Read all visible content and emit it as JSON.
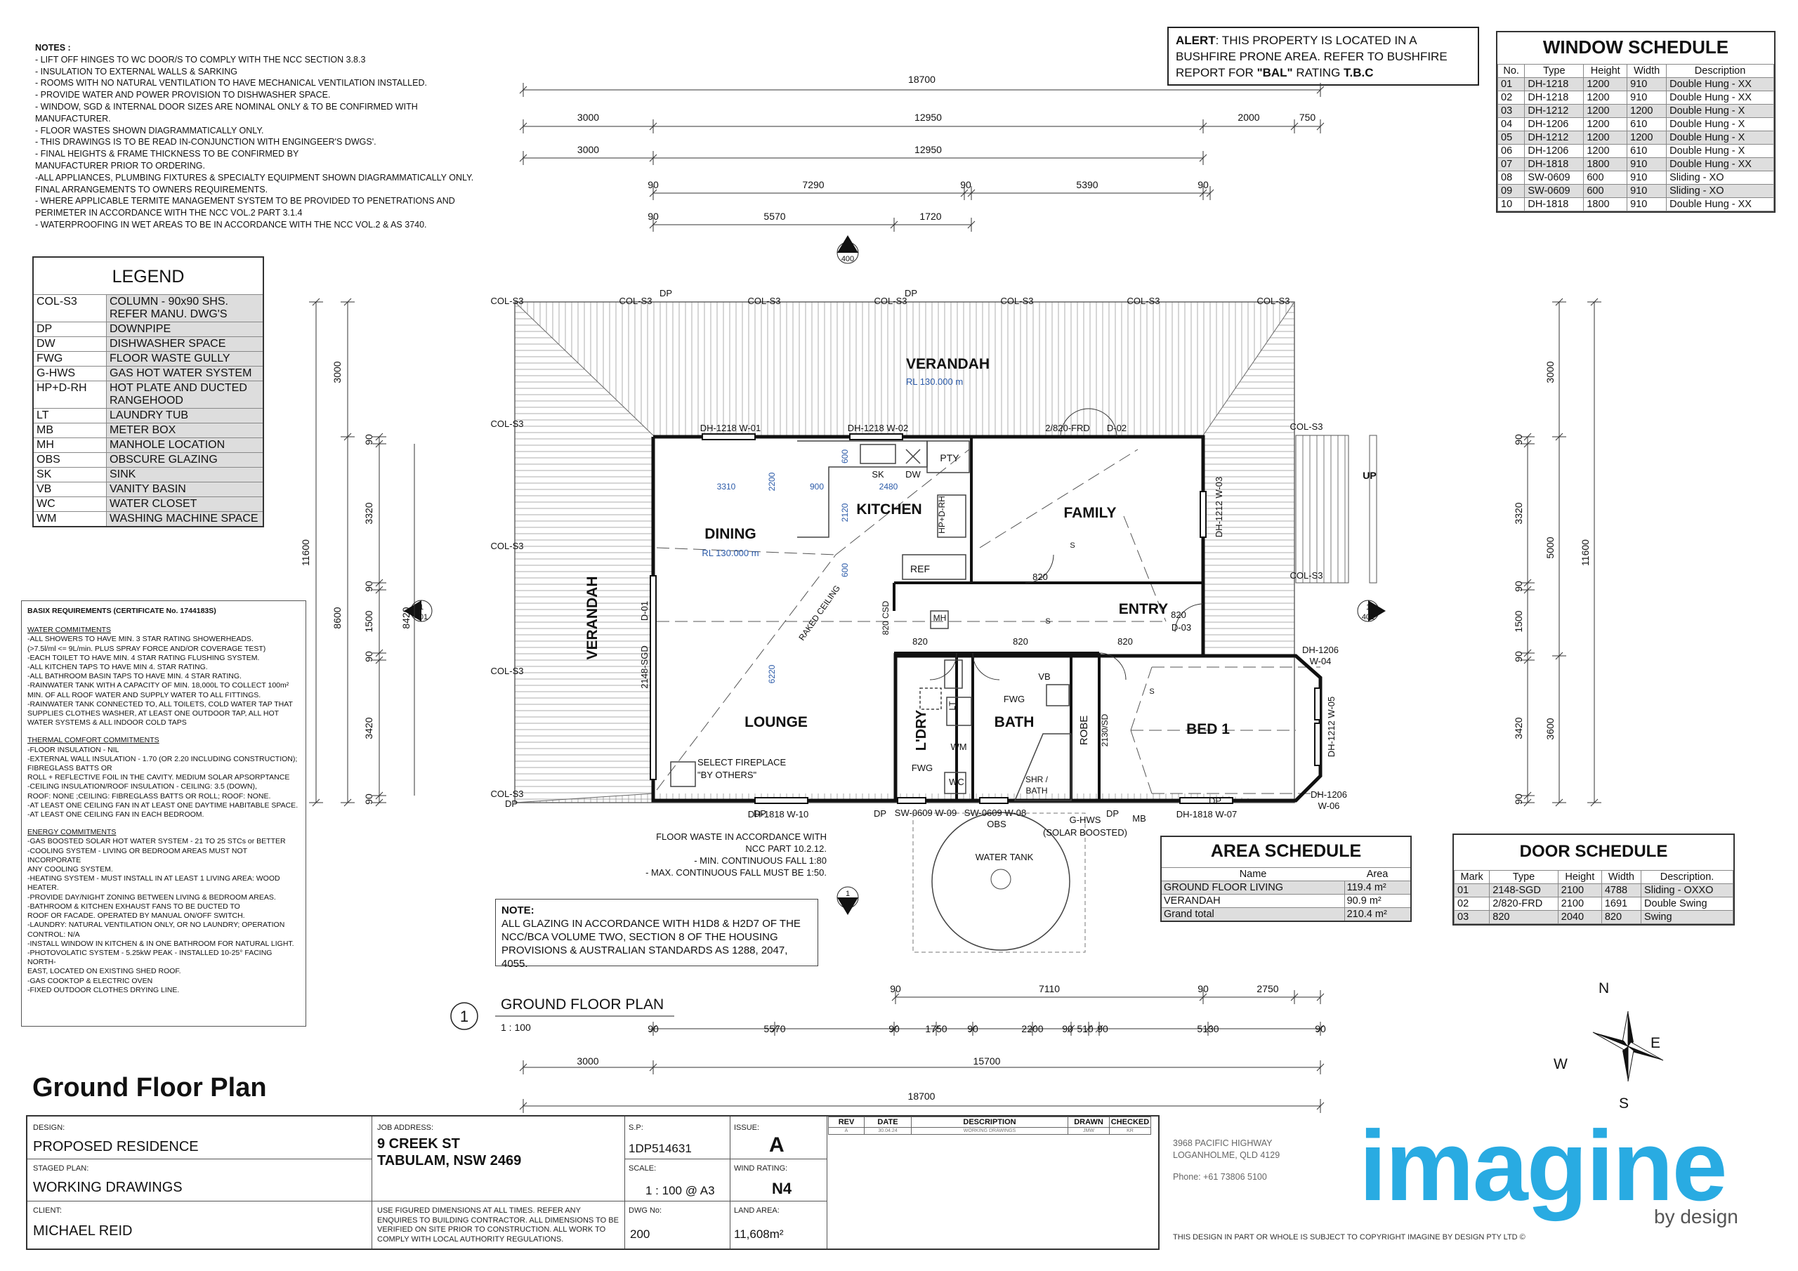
{
  "notes": {
    "heading": "NOTES :",
    "lines": [
      "- LIFT OFF HINGES TO WC DOOR/S TO COMPLY WITH THE NCC SECTION 3.8.3",
      "- INSULATION TO EXTERNAL WALLS & SARKING",
      "- ROOMS WITH NO NATURAL VENTILATION TO HAVE MECHANICAL VENTILATION INSTALLED.",
      "- PROVIDE WATER AND POWER PROVISION TO DISHWASHER SPACE.",
      "- WINDOW, SGD & INTERNAL DOOR SIZES ARE NOMINAL ONLY & TO BE CONFIRMED WITH",
      "MANUFACTURER.",
      "- FLOOR WASTES SHOWN DIAGRAMMATICALLY ONLY.",
      "- THIS DRAWINGS IS TO BE READ IN-CONJUNCTION WITH ENGINGEER'S DWGS'.",
      "- FINAL HEIGHTS & FRAME THICKNESS TO BE CONFIRMED BY",
      "MANUFACTURER PRIOR TO ORDERING.",
      "-ALL APPLIANCES, PLUMBING FIXTURES & SPECIALTY EQUIPMENT SHOWN DIAGRAMMATICALLY ONLY.",
      "FINAL ARRANGEMENTS TO OWNERS REQUIREMENTS.",
      "- WHERE APPLICABLE TERMITE MANAGEMENT SYSTEM TO BE PROVIDED TO PENETRATIONS AND",
      "PERIMETER IN ACCORDANCE WITH THE NCC VOL.2 PART 3.1.4",
      "- WATERPROOFING IN WET AREAS TO BE IN ACCORDANCE WITH THE NCC VOL.2 & AS 3740."
    ]
  },
  "alert": {
    "label": "ALERT",
    "text1": ": THIS PROPERTY IS LOCATED IN A",
    "text2": "BUSHFIRE PRONE AREA. REFER TO BUSHFIRE",
    "text3a": "REPORT FOR ",
    "bal": "\"BAL\"",
    "text3b": " RATING ",
    "tbc": "T.B.C"
  },
  "window_schedule": {
    "title": "WINDOW SCHEDULE",
    "headers": [
      "No.",
      "Type",
      "Height",
      "Width",
      "Description"
    ],
    "rows": [
      [
        "01",
        "DH-1218",
        "1200",
        "910",
        "Double Hung - XX"
      ],
      [
        "02",
        "DH-1218",
        "1200",
        "910",
        "Double Hung - XX"
      ],
      [
        "03",
        "DH-1212",
        "1200",
        "1200",
        "Double Hung - X"
      ],
      [
        "04",
        "DH-1206",
        "1200",
        "610",
        "Double Hung - X"
      ],
      [
        "05",
        "DH-1212",
        "1200",
        "1200",
        "Double Hung - X"
      ],
      [
        "06",
        "DH-1206",
        "1200",
        "610",
        "Double Hung - X"
      ],
      [
        "07",
        "DH-1818",
        "1800",
        "910",
        "Double Hung - XX"
      ],
      [
        "08",
        "SW-0609",
        "600",
        "910",
        "Sliding - XO"
      ],
      [
        "09",
        "SW-0609",
        "600",
        "910",
        "Sliding - XO"
      ],
      [
        "10",
        "DH-1818",
        "1800",
        "910",
        "Double Hung - XX"
      ]
    ]
  },
  "legend": {
    "title": "LEGEND",
    "rows": [
      [
        "COL-S3",
        "COLUMN - 90x90 SHS. REFER MANU. DWG'S"
      ],
      [
        "DP",
        "DOWNPIPE"
      ],
      [
        "DW",
        "DISHWASHER SPACE"
      ],
      [
        "FWG",
        "FLOOR WASTE GULLY"
      ],
      [
        "G-HWS",
        "GAS HOT WATER SYSTEM"
      ],
      [
        "HP+D-RH",
        "HOT PLATE AND DUCTED RANGEHOOD"
      ],
      [
        "LT",
        "LAUNDRY TUB"
      ],
      [
        "MB",
        "METER BOX"
      ],
      [
        "MH",
        "MANHOLE LOCATION"
      ],
      [
        "OBS",
        "OBSCURE GLAZING"
      ],
      [
        "SK",
        "SINK"
      ],
      [
        "VB",
        "VANITY BASIN"
      ],
      [
        "WC",
        "WATER CLOSET"
      ],
      [
        "WM",
        "WASHING MACHINE SPACE"
      ]
    ]
  },
  "basix": {
    "title": "BASIX REQUIREMENTS (CERTIFICATE No. 1744183S)",
    "sections": [
      {
        "heading": "WATER COMMITMENTS",
        "lines": [
          "-ALL SHOWERS TO HAVE MIN. 3 STAR RATING SHOWERHEADS.",
          "(>7.5l/ml <= 9L/min. PLUS SPRAY FORCE AND/OR COVERAGE TEST)",
          "-EACH TOILET TO HAVE MIN. 4 STAR RATING FLUSHING SYSTEM.",
          "-ALL KITCHEN TAPS TO HAVE MIN 4. STAR RATING.",
          "-ALL BATHROOM BASIN TAPS TO HAVE MIN. 4 STAR RATING.",
          "-RAINWATER TANK WITH A CAPACITY OF MIN. 18,000L TO COLLECT 100m²",
          "MIN. OF ALL ROOF WATER AND SUPPLY WATER TO ALL FITTINGS.",
          "-RAINWATER TANK CONNECTED TO, ALL TOILETS, COLD WATER TAP THAT",
          "SUPPLIES CLOTHES WASHER, AT LEAST ONE OUTDOOR TAP, ALL HOT",
          "WATER SYSTEMS & ALL INDOOR COLD TAPS"
        ]
      },
      {
        "heading": "THERMAL COMFORT COMMITMENTS",
        "lines": [
          "-FLOOR INSULATION - NIL",
          "-EXTERNAL WALL INSULATION - 1.70 (OR 2.20 INCLUDING CONSTRUCTION);",
          "FIBREGLASS BATTS OR",
          "ROLL + REFLECTIVE FOIL IN THE CAVITY. MEDIUM SOLAR APSORPTANCE",
          "-CEILING INSULATION/ROOF INSULATION - CEILING: 3.5 (DOWN),",
          "ROOF: NONE ;CEILING: FIBREGLASS BATTS OR ROLL; ROOF: NONE.",
          "-AT LEAST ONE CEILING FAN IN AT LEAST ONE DAYTIME HABITABLE SPACE.",
          "-AT LEAST ONE CEILING FAN IN EACH BEDROOM."
        ]
      },
      {
        "heading": "ENERGY COMMITMENTS",
        "lines": [
          "-GAS BOOSTED SOLAR HOT WATER SYSTEM - 21 TO 25 STCs or BETTER",
          "-COOLING SYSTEM - LIVING OR BEDROOM AREAS MUST NOT INCORPORATE",
          "ANY COOLING SYSTEM.",
          "-HEATING SYSTEM - MUST INSTALL IN AT LEAST 1 LIVING AREA: WOOD",
          "HEATER.",
          "-PROVIDE DAY/NIGHT ZONING BETWEEN LIVING & BEDROOM AREAS.",
          "-BATHROOM & KITCHEN EXHAUST FANS TO BE DUCTED TO",
          "ROOF OR FACADE. OPERATED BY MANUAL ON/OFF SWITCH.",
          "-LAUNDRY: NATURAL VENTILATION ONLY, OR NO LAUNDRY; OPERATION",
          "CONTROL: N/A",
          "-INSTALL WINDOW IN KITCHEN & IN ONE BATHROOM FOR NATURAL LIGHT.",
          "-PHOTOVOLATIC SYSTEM - 5.25kW PEAK - INSTALLED 10-25° FACING NORTH-",
          "EAST, LOCATED ON EXISTING SHED ROOF.",
          "-GAS COOKTOP & ELECTRIC OVEN",
          "-FIXED OUTDOOR CLOTHES DRYING LINE."
        ]
      }
    ]
  },
  "area_schedule": {
    "title": "AREA SCHEDULE",
    "headers": [
      "Name",
      "Area"
    ],
    "rows": [
      [
        "GROUND FLOOR LIVING",
        "119.4 m²"
      ],
      [
        "VERANDAH",
        "90.9 m²"
      ],
      [
        "Grand total",
        "210.4 m²"
      ]
    ]
  },
  "door_schedule": {
    "title": "DOOR SCHEDULE",
    "headers": [
      "Mark",
      "Type",
      "Height",
      "Width",
      "Description."
    ],
    "rows": [
      [
        "01",
        "2148-SGD",
        "2100",
        "4788",
        "Sliding - OXXO"
      ],
      [
        "02",
        "2/820-FRD",
        "2100",
        "1691",
        "Double Swing"
      ],
      [
        "03",
        "820",
        "2040",
        "820",
        "Swing"
      ]
    ]
  },
  "glazing_note": {
    "heading": "NOTE:",
    "lines": [
      "ALL GLAZING IN ACCORDANCE WITH H1D8 & H2D7 OF THE",
      "NCC/BCA VOLUME TWO, SECTION 8 OF THE HOUSING",
      "PROVISIONS & AUSTRALIAN STANDARDS AS 1288, 2047, 4055."
    ]
  },
  "floor_waste_note": [
    "FLOOR WASTE IN ACCORDANCE WITH",
    "NCC PART 10.2.12.",
    "- MIN. CONTINUOUS FALL 1:80",
    "- MAX. CONTINUOUS FALL MUST BE 1:50."
  ],
  "plan": {
    "rooms": {
      "verandah_top": "VERANDAH",
      "verandah_left": "VERANDAH",
      "rl": "RL 130.000 m",
      "dining": "DINING",
      "dining_rl": "RL 130.000 m",
      "kitchen": "KITCHEN",
      "family": "FAMILY",
      "entry": "ENTRY",
      "lounge": "LOUNGE",
      "laundry": "L'DRY",
      "bath": "BATH",
      "robe": "ROBE",
      "bed1": "BED 1",
      "pty": "PTY",
      "ref": "REF",
      "sk": "SK",
      "dw": "DW",
      "lt": "LT",
      "wm": "WM",
      "wc": "WC",
      "fwg1": "FWG",
      "fwg2": "FWG",
      "vb": "VB",
      "mh": "MH",
      "shr": "SHR /",
      "bathlbl": "BATH",
      "water_tank": "WATER TANK",
      "up": "UP",
      "raked": "RAKED CEILING",
      "fireplace1": "SELECT FIREPLACE",
      "fireplace2": "\"BY OTHERS\"",
      "csd": "820 CSD",
      "robesd": "2130/SD",
      "hpdrh": "HP+D-RH",
      "ghws": "G-HWS",
      "solar": "(SOLAR BOOSTED)",
      "obs": "OBS"
    },
    "windows": [
      "DH-1218 W-01",
      "DH-1218 W-02",
      "DH-1212 W-03",
      "DH-1206",
      "W-04",
      "DH-1212 W-05",
      "DH-1206",
      "W-06",
      "DH-1818 W-07",
      "SW-0609 W-08",
      "SW-0609 W-09",
      "DH-1818 W-10"
    ],
    "doors": [
      "2/820-FRD",
      "D-02",
      "2148-SGD",
      "D-01",
      "820",
      "D-03"
    ],
    "door_sizes": [
      "820",
      "820",
      "820",
      "820",
      "820"
    ],
    "internal_dims": [
      "3310",
      "2200",
      "900",
      "2480",
      "600",
      "2120",
      "600",
      "6220"
    ],
    "col": "COL-S3",
    "dp": "DP",
    "mb": "MB",
    "s": "S"
  },
  "dims": {
    "top": [
      {
        "row": 1,
        "labels": [
          [
            "18700"
          ]
        ]
      },
      {
        "row": 2,
        "labels": [
          [
            "3000"
          ],
          [
            "12950"
          ],
          [
            "2000"
          ],
          [
            "750"
          ]
        ]
      },
      {
        "row": 3,
        "labels": [
          [
            "3000"
          ],
          [
            "12950"
          ]
        ]
      },
      {
        "row": 4,
        "labels": [
          [
            "90"
          ],
          [
            "7290"
          ],
          [
            "90"
          ],
          [
            "5390"
          ],
          [
            "90"
          ]
        ]
      },
      {
        "row": 5,
        "labels": [
          [
            "90"
          ],
          [
            "5570"
          ],
          [
            "1720"
          ]
        ]
      }
    ],
    "bottom": {
      "row1": [
        "90",
        "7110",
        "90",
        "2750"
      ],
      "row2": [
        "90",
        "5570",
        "90",
        "1750",
        "90",
        "2200",
        "90",
        "510",
        "90",
        "5130",
        "90"
      ],
      "row3": [
        "3000",
        "15700"
      ],
      "row4": [
        "18700"
      ]
    },
    "left": {
      "outer": [
        "11600"
      ],
      "mid": [
        "3000",
        "8600"
      ],
      "inner": [
        "90",
        "3320",
        "90",
        "1500",
        "90",
        "3420",
        "90"
      ],
      "inner2": [
        "8420"
      ]
    },
    "right": {
      "outer": [
        "11600"
      ],
      "mid": [
        "3000",
        "5000",
        "3600"
      ],
      "inner": [
        "90",
        "3320",
        "90",
        "1500",
        "90",
        "3420",
        "90"
      ]
    }
  },
  "section_markers": [
    {
      "num": "1",
      "sheet": "400"
    },
    {
      "num": "1",
      "sheet": "401"
    },
    {
      "num": "1",
      "sheet": "401"
    },
    {
      "num": "1",
      "sheet": "400"
    }
  ],
  "plan_caption": {
    "num": "1",
    "title": "GROUND FLOOR PLAN",
    "scale": "1 : 100"
  },
  "compass": {
    "n": "N",
    "e": "E",
    "s": "S",
    "w": "W"
  },
  "sheet_title": "Ground Floor Plan",
  "title_block": {
    "design_lbl": "DESIGN:",
    "design": "PROPOSED RESIDENCE",
    "staged_lbl": "STAGED PLAN:",
    "staged": "WORKING DRAWINGS",
    "client_lbl": "CLIENT:",
    "client": "MICHAEL REID",
    "job_lbl": "JOB ADDRESS:",
    "job1": "9 CREEK ST",
    "job2": "TABULAM, NSW 2469",
    "disclaimer": [
      "USE FIGURED DIMENSIONS AT ALL TIMES. REFER ANY",
      "ENQUIRES TO BUILDING CONTRACTOR. ALL DIMENSIONS TO BE",
      "VERIFIED ON SITE PRIOR TO CONSTRUCTION. ALL WORK TO",
      "COMPLY WITH LOCAL AUTHORITY REGULATIONS."
    ],
    "sp_lbl": "S.P:",
    "sp": "1DP514631",
    "scale_lbl": "SCALE:",
    "scale": "1 : 100 @ A3",
    "dwg_lbl": "DWG No:",
    "dwg": "200",
    "issue_lbl": "ISSUE:",
    "issue": "A",
    "wind_lbl": "WIND RATING:",
    "wind": "N4",
    "land_lbl": "LAND AREA:",
    "land": "11,608m²",
    "rev_headers": [
      "REV",
      "DATE",
      "DESCRIPTION",
      "DRAWN",
      "CHECKED"
    ],
    "rev_row": [
      "A",
      "30.04.24",
      "WORKING DRAWINGS",
      "JMW",
      "KR"
    ]
  },
  "company": {
    "addr1": "3968 PACIFIC HIGHWAY",
    "addr2": "LOGANHOLME, QLD 4129",
    "phone": "Phone:  +61 73806 5100",
    "logo": "imagine",
    "tag": "by design",
    "copyright": "THIS DESIGN IN PART OR WHOLE IS SUBJECT TO COPYRIGHT IMAGINE BY DESIGN PTY LTD ©"
  }
}
